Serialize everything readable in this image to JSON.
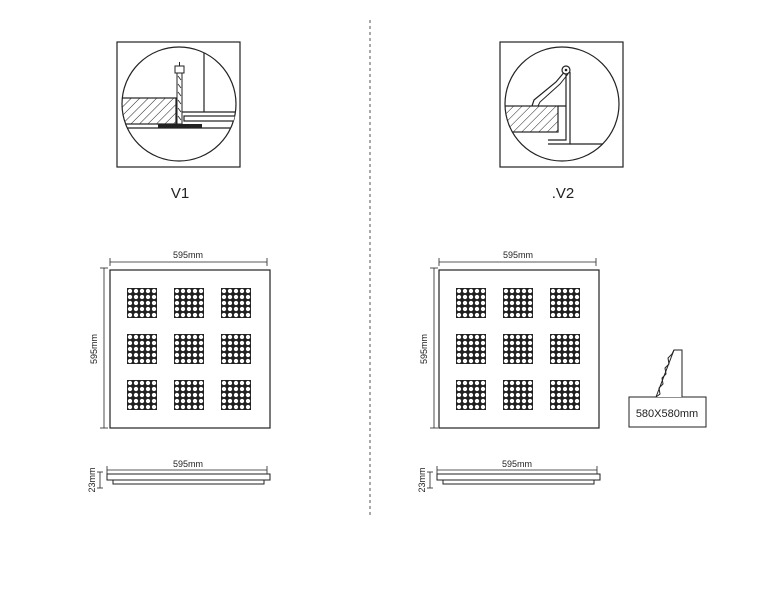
{
  "variants": {
    "v1": {
      "label": "V1"
    },
    "v2": {
      "label": ".V2"
    }
  },
  "dimensions": {
    "width": "595mm",
    "height": "595mm",
    "depth": "23mm",
    "cutout": "580X580mm"
  },
  "panel": {
    "led_grid_rows": 3,
    "led_grid_cols": 3,
    "leds_per_module_row": 5,
    "leds_per_module_col": 5
  },
  "colors": {
    "line": "#222222",
    "module_fill": "#222222",
    "led_fill": "#ffffff",
    "divider": "#555555"
  }
}
